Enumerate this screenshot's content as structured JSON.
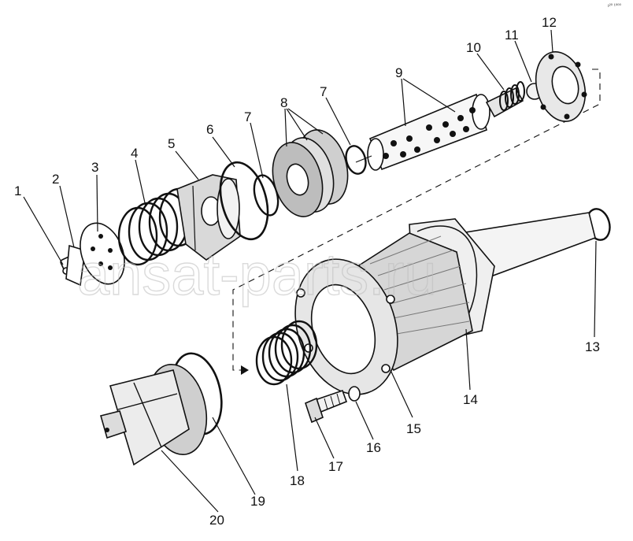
{
  "corner_mark": "ı²⁰ ¹⁰⁰⁰",
  "watermark": "ansat-parts.ru",
  "callouts": [
    "1",
    "2",
    "3",
    "4",
    "5",
    "6",
    "7",
    "8",
    "9",
    "10",
    "11",
    "12",
    "13",
    "14",
    "15",
    "16",
    "17",
    "18",
    "19",
    "20"
  ]
}
